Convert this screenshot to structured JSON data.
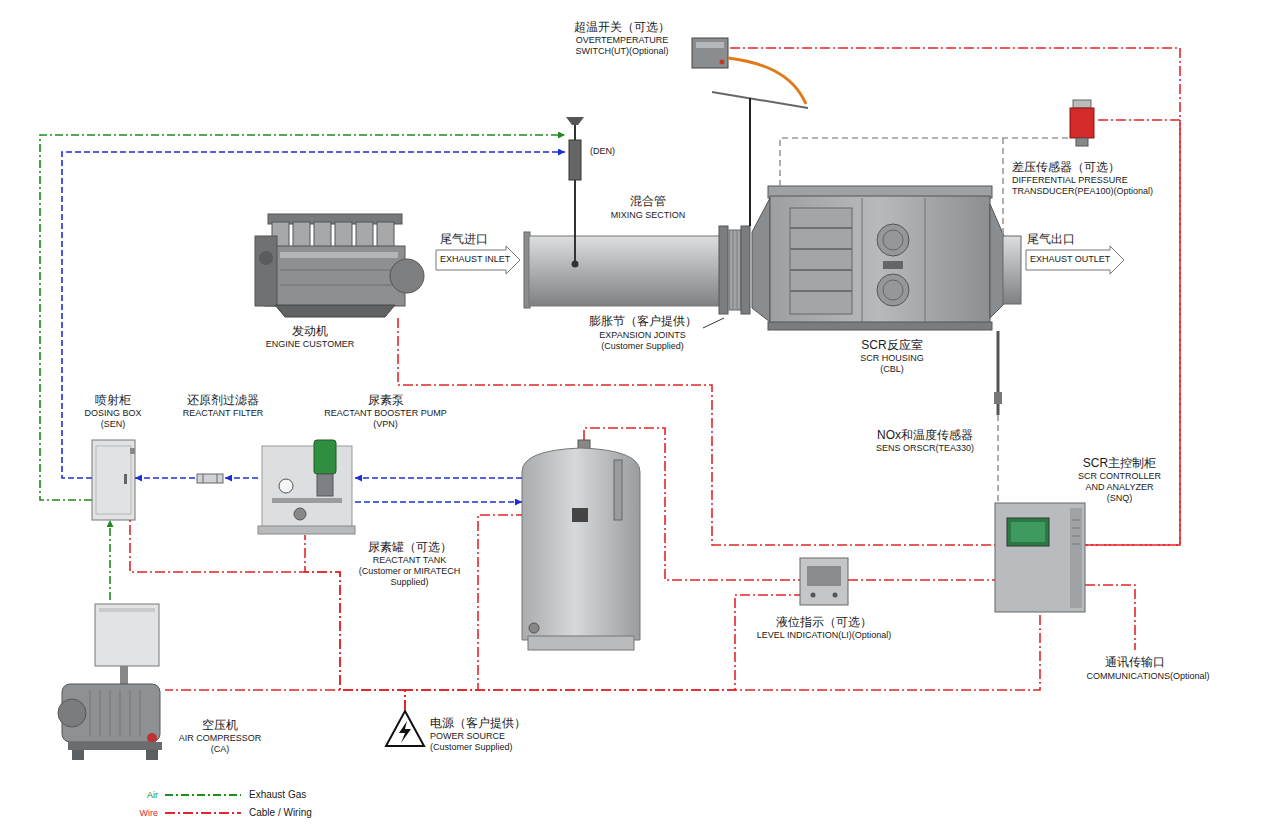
{
  "diagram": {
    "nodes": [
      {
        "text": [
          "超温开关（可选）",
          "OVERTEMPERATURE SWITCH(UT)(Optional)"
        ]
      },
      {
        "text": [
          "(DEN)"
        ]
      },
      {
        "text": [
          "差压传感器（可选）",
          "DIFFERENTIAL PRESSURE TRANSDUCER(PEA100)(Optional)"
        ]
      },
      {
        "text": [
          "发动机",
          "ENGINE CUSTOMER"
        ]
      },
      {
        "text": [
          "SCR反应室",
          "SCR HOUSING (CBL)"
        ]
      },
      {
        "text": [
          "NOx和温度传感器",
          "SENS ORSCR(TEA330)"
        ]
      },
      {
        "text": [
          "喷射柜",
          "DOSING BOX (SEN)"
        ]
      },
      {
        "text": [
          "还原剂过滤器",
          "REACTANT FILTER"
        ]
      },
      {
        "text": [
          "尿素泵",
          "REACTANT BOOSTER PUMP (VPN)"
        ]
      },
      {
        "text": [
          "尿素罐（可选）",
          "REACTANT TANK (Customer or MIRATECH Supplied)"
        ]
      },
      {
        "text": [
          "SCR主控制柜",
          "SCR CONTROLLER AND ANALYZER (SNQ)"
        ]
      },
      {
        "text": [
          "液位指示（可选）",
          "LEVEL INDICATION(LI)(Optional)"
        ]
      },
      {
        "text": [
          "空压机",
          "AIR COMPRESSOR (CA)"
        ]
      },
      {
        "text": [
          "电源（客户提供）",
          "POWER SOURCE (Customer Supplied)"
        ]
      }
    ],
    "edges": [
      {
        "from": 12,
        "to": 6,
        "arrow": "to"
      },
      {
        "from": 6,
        "to": 1,
        "arrow": "to"
      },
      {
        "from": 9,
        "to": 8,
        "arrow": "to"
      },
      {
        "from": 8,
        "to": 9,
        "arrow": "to"
      },
      {
        "from": 8,
        "to": 7,
        "arrow": "to"
      },
      {
        "from": 7,
        "to": 6,
        "arrow": "to"
      },
      {
        "from": 6,
        "to": 1,
        "arrow": "to"
      },
      {
        "from": 0,
        "to": 10,
        "arrow": "none"
      },
      {
        "from": 2,
        "to": 10,
        "arrow": "none"
      },
      {
        "from": 3,
        "to": 10,
        "arrow": "none"
      },
      {
        "from": 5,
        "to": 10,
        "arrow": "none"
      },
      {
        "from": 2,
        "to": 4,
        "arrow": "none"
      },
      {
        "from": 9,
        "to": 11,
        "arrow": "none"
      },
      {
        "from": 11,
        "to": 10,
        "arrow": "none"
      },
      {
        "from": 13,
        "to": 12,
        "arrow": "none"
      },
      {
        "from": 13,
        "to": 6,
        "arrow": "none"
      },
      {
        "from": 13,
        "to": 8,
        "arrow": "none"
      },
      {
        "from": 13,
        "to": 9,
        "arrow": "none"
      },
      {
        "from": 13,
        "to": 11,
        "arrow": "none"
      },
      {
        "from": 13,
        "to": 10,
        "arrow": "none"
      }
    ],
    "labels": [
      "混合管",
      "MIXING SECTION",
      "尾气进口",
      "EXHAUST INLET",
      "膨胀节（客户提供）",
      "EXPANSION JOINTS (Customer Supplied)",
      "尾气出口",
      "EXHAUST OUTLET",
      "通讯传输口",
      "COMMUNICATIONS(Optional)",
      "Air",
      "Wire"
    ],
    "legend": [
      {
        "text": "Exhaust Gas"
      },
      {
        "text": "Cable / Wiring"
      }
    ]
  }
}
